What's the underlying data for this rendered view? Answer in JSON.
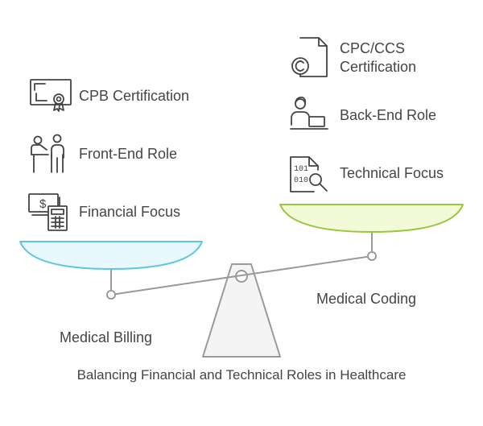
{
  "caption": "Balancing Financial and Technical Roles in Healthcare",
  "left_side": {
    "title": "Medical Billing",
    "items": [
      {
        "label": "CPB Certification",
        "icon": "certificate-icon"
      },
      {
        "label": "Front-End Role",
        "icon": "presenter-icon"
      },
      {
        "label": "Financial Focus",
        "icon": "money-calculator-icon"
      }
    ]
  },
  "right_side": {
    "title": "Medical Coding",
    "items": [
      {
        "label": "CPC/CCS",
        "label2": "Certification",
        "icon": "document-c-icon"
      },
      {
        "label": "Back-End Role",
        "icon": "person-laptop-icon"
      },
      {
        "label": "Technical Focus",
        "icon": "binary-search-icon"
      }
    ]
  },
  "colors": {
    "left_pan_fill": "#e8f8fc",
    "left_pan_stroke": "#5bc8e0",
    "right_pan_fill": "#f3fad8",
    "right_pan_stroke": "#9ac63d",
    "structure": "#9a9a9a",
    "icon": "#444444"
  }
}
